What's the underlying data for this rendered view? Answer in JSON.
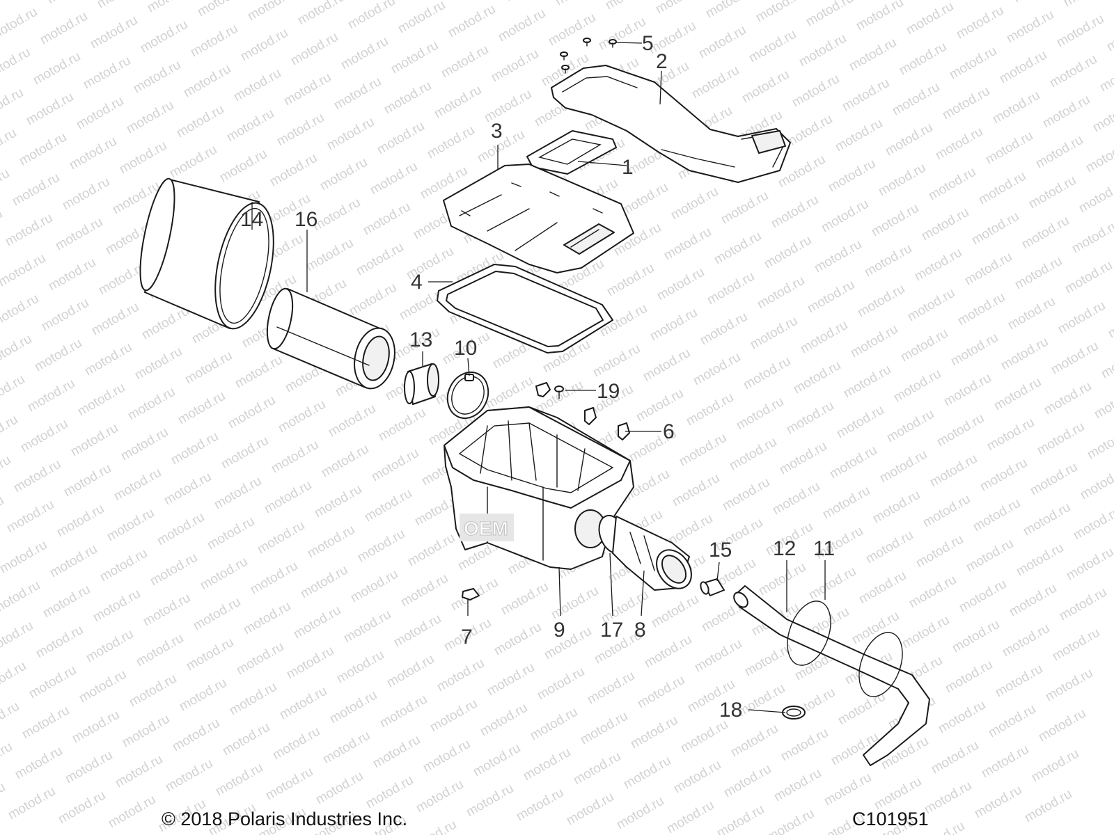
{
  "diagram": {
    "watermark": "motod.ru",
    "callouts": {
      "p1": "1",
      "p2": "2",
      "p3": "3",
      "p4": "4",
      "p5": "5",
      "p6": "6",
      "p7": "7",
      "p8": "8",
      "p9": "9",
      "p10": "10",
      "p11": "11",
      "p12": "12",
      "p13": "13",
      "p14": "14",
      "p15": "15",
      "p16": "16",
      "p17": "17",
      "p18": "18",
      "p19": "19"
    },
    "stamp_text": "OEM",
    "copyright": "© 2018 Polaris Industries Inc.",
    "figure_id": "C101951"
  }
}
